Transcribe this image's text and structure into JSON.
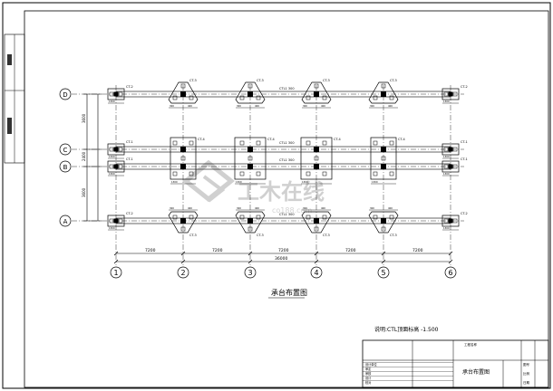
{
  "drawing": {
    "title": "承台布置图",
    "note": "说明:CTL顶面标高 -1.500"
  },
  "axes": {
    "x_labels": [
      "1",
      "2",
      "3",
      "4",
      "5",
      "6"
    ],
    "y_labels": [
      "D",
      "C",
      "B",
      "A"
    ],
    "x_spacings": [
      "7200",
      "7200",
      "7200",
      "7200",
      "7200"
    ],
    "x_total": "36000",
    "y_spacings": [
      "3600",
      "2400",
      "3600"
    ]
  },
  "pile_caps": {
    "top_row": [
      "CT-2",
      "CT-3",
      "CT-3",
      "CT-3",
      "CT-2"
    ],
    "middle_row": [
      "CT-1",
      "CT-4",
      "CT-4",
      "CT-4",
      "CT-1"
    ],
    "bottom_row": [
      "CT-2",
      "CT-3",
      "CT-3",
      "CT-3",
      "CT-2"
    ],
    "edge_dims": [
      "1300",
      "1300"
    ],
    "sub_dims": [
      "300",
      "400"
    ]
  },
  "beam_tags": {
    "top": "CTL1 300",
    "mid1": "CTL1 300",
    "mid2": "CTL1 300",
    "low": "CTL1 300"
  },
  "title_block": {
    "project_header": "工程名称",
    "rows": [
      "设计单位",
      "审定",
      "审核",
      "设计",
      "校对"
    ],
    "drawing_name": "承台布置图",
    "right_labels": [
      "图号",
      "比例",
      "日期"
    ]
  },
  "watermark": {
    "text": "工木在线",
    "subtext": "co188.com"
  }
}
